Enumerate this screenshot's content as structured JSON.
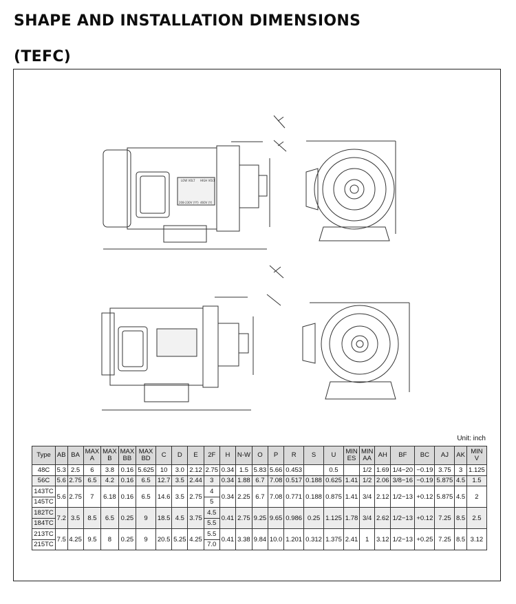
{
  "title_main": "SHAPE AND INSTALLATION DIMENSIONS",
  "title_sub": "(TEFC)",
  "unit_label": "Unit: inch",
  "drawing_labels": {
    "low_volt": "LOW VOLT",
    "high_volt": "HIGH VOLT",
    "range_low": "208-230V (YY)",
    "range_high": "460V (Y)"
  },
  "headers": [
    "Type",
    "AB",
    "BA",
    "MAX A",
    "MAX B",
    "MAX BB",
    "MAX BD",
    "C",
    "D",
    "E",
    "2F",
    "H",
    "N-W",
    "O",
    "P",
    "R",
    "S",
    "U",
    "MIN ES",
    "MIN AA",
    "AH",
    "BF",
    "BC",
    "AJ",
    "AK",
    "MIN V"
  ],
  "rows": [
    {
      "type": "48C",
      "vals": [
        "5.3",
        "2.5",
        "6",
        "3.8",
        "0.16",
        "5.625",
        "10",
        "3.0",
        "2.12",
        "2.75",
        "0.34",
        "1.5",
        "5.83",
        "5.66",
        "0.453",
        "",
        "0.5",
        "",
        "1/2",
        "1.69",
        "1/4−20",
        "−0.19",
        "3.75",
        "3",
        "1.125"
      ]
    },
    {
      "type": "56C",
      "vals": [
        "5.6",
        "2.75",
        "6.5",
        "4.2",
        "0.16",
        "6.5",
        "12.7",
        "3.5",
        "2.44",
        "3",
        "0.34",
        "1.88",
        "6.7",
        "7.08",
        "0.517",
        "0.188",
        "0.625",
        "1.41",
        "1/2",
        "2.06",
        "3/8−16",
        "−0.19",
        "5.875",
        "4.5",
        "1.5"
      ]
    },
    {
      "types": [
        "143TC",
        "145TC"
      ],
      "f2": [
        "4",
        "5"
      ],
      "vals": [
        "5.6",
        "2.75",
        "7",
        "6.18",
        "0.16",
        "6.5",
        "14.6",
        "3.5",
        "2.75",
        "0.34",
        "2.25",
        "6.7",
        "7.08",
        "0.771",
        "0.188",
        "0.875",
        "1.41",
        "3/4",
        "2.12",
        "1/2−13",
        "+0.12",
        "5.875",
        "4.5",
        "2"
      ]
    },
    {
      "types": [
        "182TC",
        "184TC"
      ],
      "f2": [
        "4.5",
        "5.5"
      ],
      "vals": [
        "7.2",
        "3.5",
        "8.5",
        "6.5",
        "0.25",
        "9",
        "18.5",
        "4.5",
        "3.75",
        "0.41",
        "2.75",
        "9.25",
        "9.65",
        "0.986",
        "0.25",
        "1.125",
        "1.78",
        "3/4",
        "2.62",
        "1/2−13",
        "+0.12",
        "7.25",
        "8.5",
        "2.5"
      ]
    },
    {
      "types": [
        "213TC",
        "215TC"
      ],
      "f2": [
        "5.5",
        "7.0"
      ],
      "vals": [
        "7.5",
        "4.25",
        "9.5",
        "8",
        "0.25",
        "9",
        "20.5",
        "5.25",
        "4.25",
        "0.41",
        "3.38",
        "9.84",
        "10.0",
        "1.201",
        "0.312",
        "1.375",
        "2.41",
        "1",
        "3.12",
        "1/2−13",
        "+0.25",
        "7.25",
        "8.5",
        "3.12"
      ]
    }
  ]
}
